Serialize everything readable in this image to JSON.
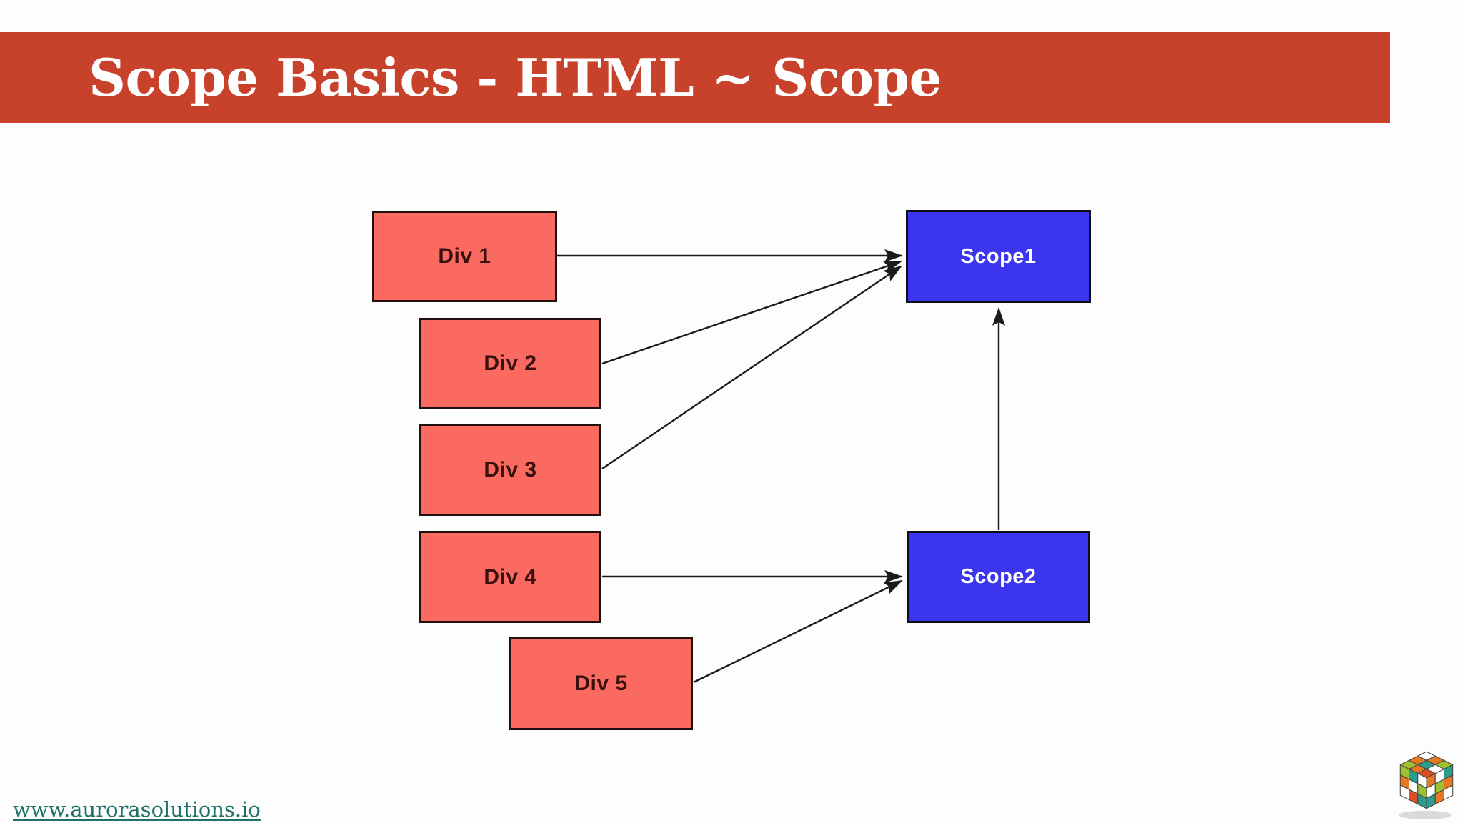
{
  "header": {
    "title": "Scope Basics - HTML ~ Scope"
  },
  "diagram": {
    "div_boxes": [
      {
        "label": "Div 1"
      },
      {
        "label": "Div 2"
      },
      {
        "label": "Div 3"
      },
      {
        "label": "Div 4"
      },
      {
        "label": "Div 5"
      }
    ],
    "scope_boxes": [
      {
        "label": "Scope1"
      },
      {
        "label": "Scope2"
      }
    ],
    "connections": [
      {
        "from": "Div 1",
        "to": "Scope1"
      },
      {
        "from": "Div 2",
        "to": "Scope1"
      },
      {
        "from": "Div 3",
        "to": "Scope1"
      },
      {
        "from": "Div 4",
        "to": "Scope2"
      },
      {
        "from": "Div 5",
        "to": "Scope2"
      },
      {
        "from": "Scope2",
        "to": "Scope1"
      }
    ]
  },
  "footer": {
    "link": "www.aurorasolutions.io"
  },
  "logo": {
    "name": "aurora-solutions-cube-logo"
  },
  "colors": {
    "background": "#fdfdfd",
    "banner_bg": "#c8422b",
    "div_fill": "#fa6a60",
    "div_border": "#22100e",
    "div_text": "#38100e",
    "scope_fill": "#3b36ee",
    "scope_border": "#0e0e1b",
    "scope_text": "#ffffff",
    "arrow": "#1a1a1a",
    "link_color": "#1f7168"
  }
}
